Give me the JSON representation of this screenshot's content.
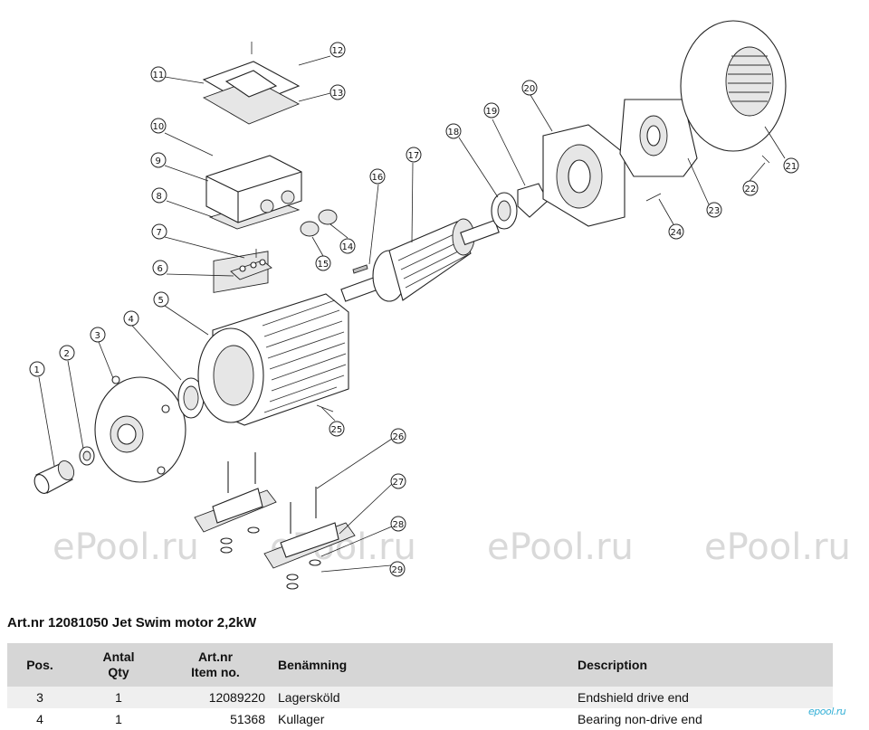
{
  "watermark": "ePool.ru",
  "site_mark": "epool.ru",
  "callouts": [
    "1",
    "2",
    "3",
    "4",
    "5",
    "6",
    "7",
    "8",
    "9",
    "10",
    "11",
    "12",
    "13",
    "14",
    "15",
    "16",
    "17",
    "18",
    "19",
    "20",
    "21",
    "22",
    "23",
    "24",
    "25",
    "26",
    "27",
    "28",
    "29"
  ],
  "title": "Art.nr 12081050 Jet Swim motor 2,2kW",
  "table": {
    "headers": {
      "pos": "Pos.",
      "qty_sv": "Antal",
      "qty_en": "Qty",
      "art_sv": "Art.nr",
      "art_en": "Item no.",
      "name_sv": "Benämning",
      "description": "Description"
    },
    "rows": [
      {
        "pos": "3",
        "qty": "1",
        "art": "12089220",
        "name": "Lagersköld",
        "desc": "Endshield drive end"
      },
      {
        "pos": "4",
        "qty": "1",
        "art": "51368",
        "name": "Kullager",
        "desc": "Bearing non-drive end"
      }
    ]
  }
}
